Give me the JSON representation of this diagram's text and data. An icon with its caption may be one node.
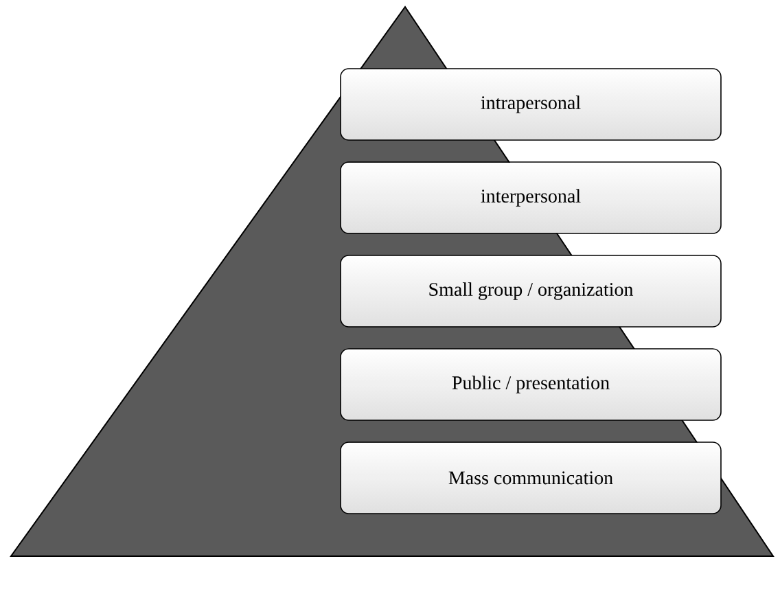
{
  "diagram": {
    "nodes": [
      {
        "text": [
          "intrapersonal"
        ]
      },
      {
        "text": [
          "interpersonal"
        ]
      },
      {
        "text": [
          "Small group / organization"
        ]
      },
      {
        "text": [
          "Public / presentation"
        ]
      },
      {
        "text": [
          "Mass communication"
        ]
      }
    ]
  }
}
